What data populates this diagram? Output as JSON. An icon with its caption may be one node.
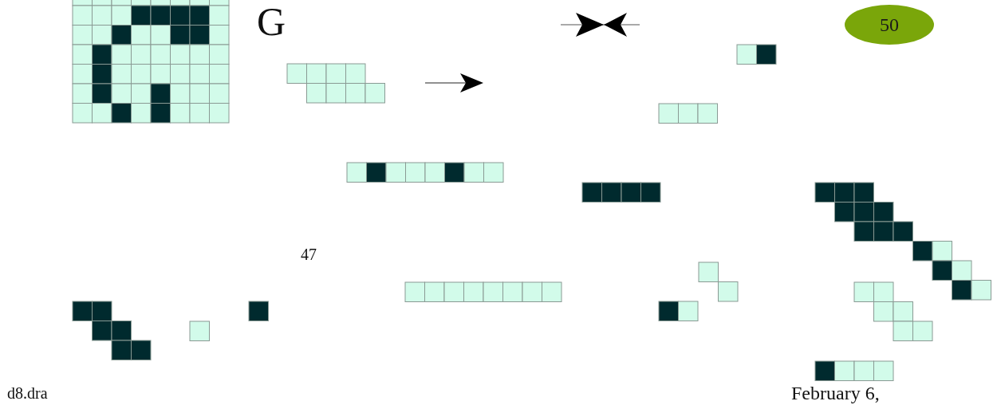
{
  "diagram": {
    "nodes": [
      {
        "text": [
          "50"
        ]
      }
    ],
    "labels": [
      "G",
      "47",
      "d8.dra",
      "February 6,"
    ]
  }
}
